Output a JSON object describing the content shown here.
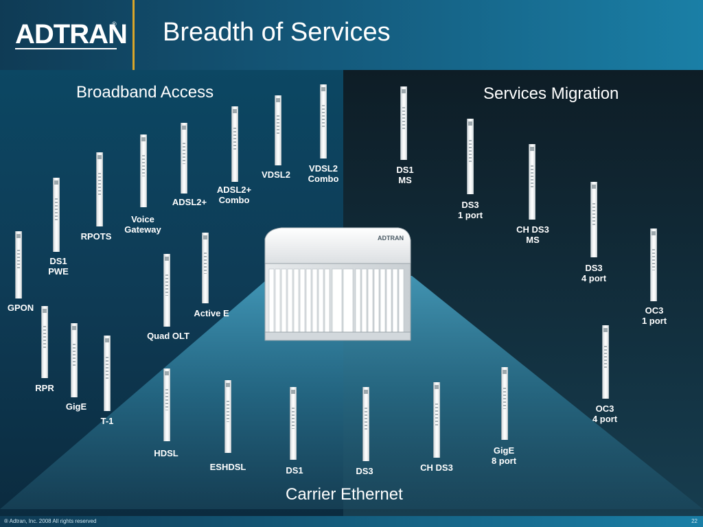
{
  "header": {
    "logo_text": "ADTRAN",
    "logo_registered": "®",
    "title": "Breadth of Services"
  },
  "sections": {
    "broadband_access": "Broadband Access",
    "services_migration": "Services Migration",
    "carrier_ethernet": "Carrier Ethernet"
  },
  "chassis_logo": "ADTRAN",
  "cards": {
    "gpon": [
      "GPON"
    ],
    "ds1_pwe": [
      "DS1",
      "PWE"
    ],
    "rpots": [
      "RPOTS"
    ],
    "voice_gateway": [
      "Voice",
      "Gateway"
    ],
    "adsl2plus": [
      "ADSL2+"
    ],
    "adsl2plus_combo": [
      "ADSL2+",
      "Combo"
    ],
    "vdsl2": [
      "VDSL2"
    ],
    "vdsl2_combo": [
      "VDSL2",
      "Combo"
    ],
    "ds1_ms": [
      "DS1",
      "MS"
    ],
    "ds3_1port": [
      "DS3",
      "1 port"
    ],
    "ch_ds3_ms": [
      "CH DS3",
      "MS"
    ],
    "ds3_4port": [
      "DS3",
      "4 port"
    ],
    "oc3_1port": [
      "OC3",
      "1 port"
    ],
    "oc3_4port": [
      "OC3",
      "4 port"
    ],
    "active_e": [
      "Active E"
    ],
    "quad_olt": [
      "Quad OLT"
    ],
    "rpr": [
      "RPR"
    ],
    "gige": [
      "GigE"
    ],
    "t1": [
      "T-1"
    ],
    "hdsl": [
      "HDSL"
    ],
    "eshdsl": [
      "ESHDSL"
    ],
    "ds1": [
      "DS1"
    ],
    "ds3": [
      "DS3"
    ],
    "ch_ds3": [
      "CH DS3"
    ],
    "gige_8port": [
      "GigE",
      "8 port"
    ]
  },
  "footer": {
    "copyright": "® Adtran, Inc. 2008 All rights reserved",
    "page_number": "22"
  },
  "colors": {
    "header_dark": "#0f3b55",
    "header_light": "#1a7fa6",
    "accent_divider": "#d9a62a",
    "text": "#ffffff"
  }
}
